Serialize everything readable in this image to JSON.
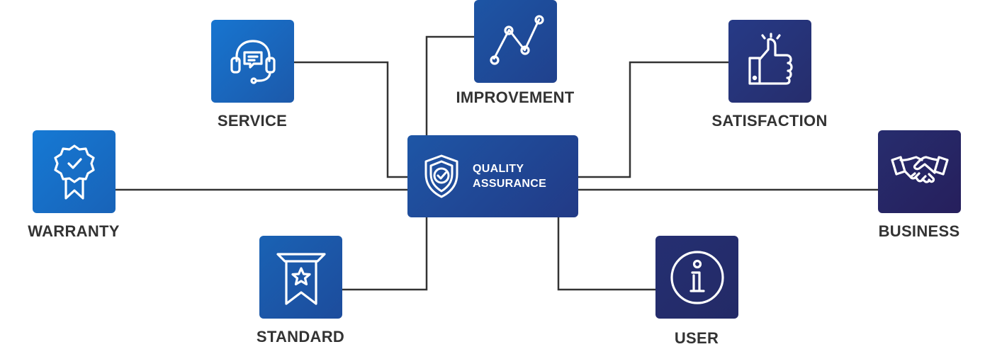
{
  "colors": {
    "blue_light": "#1676d2",
    "blue_mid": "#1c4fa0",
    "navy": "#232a66",
    "line": "#333333",
    "label": "#333333"
  },
  "hub": {
    "line1": "QUALITY",
    "line2": "ASSURANCE",
    "icon": "shield-check-icon"
  },
  "nodes": {
    "service": {
      "label": "SERVICE",
      "icon": "headset-icon"
    },
    "improvement": {
      "label": "IMPROVEMENT",
      "icon": "line-chart-icon"
    },
    "satisfaction": {
      "label": "SATISFACTION",
      "icon": "thumbs-up-icon"
    },
    "warranty": {
      "label": "WARRANTY",
      "icon": "award-badge-icon"
    },
    "business": {
      "label": "BUSINESS",
      "icon": "handshake-icon"
    },
    "standard": {
      "label": "STANDARD",
      "icon": "star-banner-icon"
    },
    "user": {
      "label": "USER",
      "icon": "info-icon"
    }
  }
}
